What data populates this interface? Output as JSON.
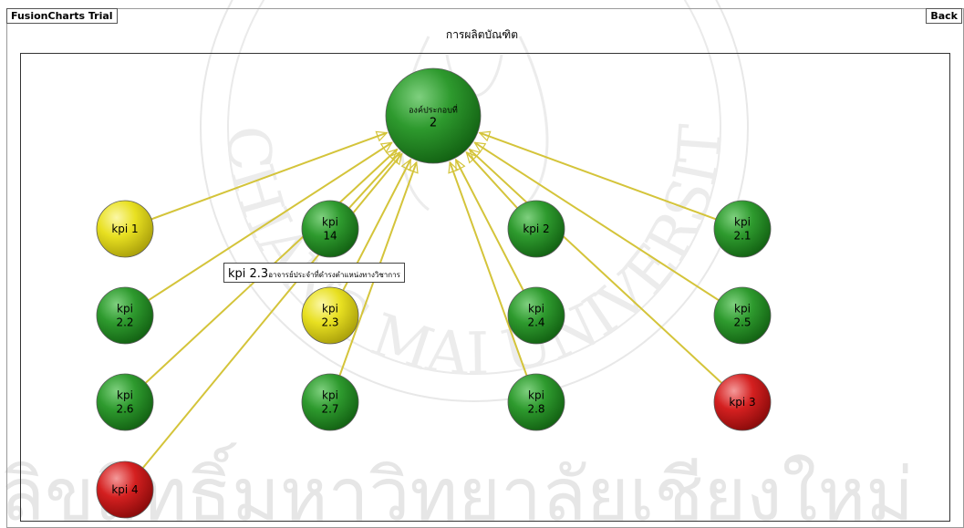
{
  "header": {
    "trial_label": "FusionCharts Trial",
    "back_label": "Back"
  },
  "chart_data": {
    "type": "tree",
    "title": "การผลิตบัณฑิต",
    "root": {
      "id": "root",
      "label": "องค์ประกอบที่\n2",
      "status": "green"
    },
    "nodes": [
      {
        "id": "kpi1",
        "label": "kpi 1",
        "status": "yellow"
      },
      {
        "id": "kpi14",
        "label": "kpi\n14",
        "status": "green"
      },
      {
        "id": "kpi2",
        "label": "kpi 2",
        "status": "green"
      },
      {
        "id": "kpi21",
        "label": "kpi\n2.1",
        "status": "green"
      },
      {
        "id": "kpi22",
        "label": "kpi\n2.2",
        "status": "green"
      },
      {
        "id": "kpi23",
        "label": "kpi\n2.3",
        "status": "yellow"
      },
      {
        "id": "kpi24",
        "label": "kpi\n2.4",
        "status": "green"
      },
      {
        "id": "kpi25",
        "label": "kpi\n2.5",
        "status": "green"
      },
      {
        "id": "kpi26",
        "label": "kpi\n2.6",
        "status": "green"
      },
      {
        "id": "kpi27",
        "label": "kpi\n2.7",
        "status": "green"
      },
      {
        "id": "kpi28",
        "label": "kpi\n2.8",
        "status": "green"
      },
      {
        "id": "kpi3",
        "label": "kpi 3",
        "status": "red"
      },
      {
        "id": "kpi4",
        "label": "kpi 4",
        "status": "red"
      }
    ],
    "edges_from_root_to": [
      "kpi1",
      "kpi14",
      "kpi2",
      "kpi21",
      "kpi22",
      "kpi23",
      "kpi24",
      "kpi25",
      "kpi26",
      "kpi27",
      "kpi28",
      "kpi3",
      "kpi4"
    ],
    "status_colors": {
      "green": "#2e9a2e",
      "yellow": "#e8e021",
      "red": "#d42020"
    },
    "connector_color": "#d4c43a"
  },
  "tooltip": {
    "code": "kpi 2.3",
    "text": "อาจารย์ประจำที่ดำรงตำแหน่งทางวิชาการ"
  },
  "watermark": {
    "arc_text": "CHIANG MAI UNIVERSITY 1964",
    "bottom_text": "ลิขสิทธิ์มหาวิทยาลัยเชียงใหม่"
  }
}
